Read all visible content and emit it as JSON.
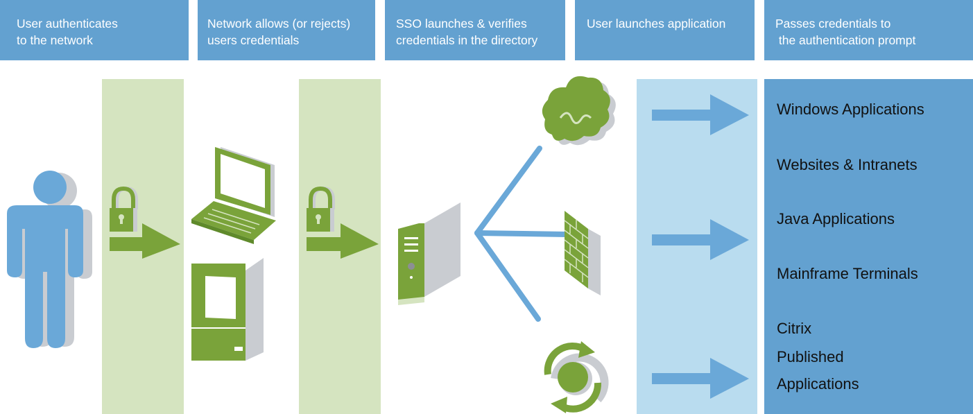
{
  "steps": [
    {
      "line1": "User authenticates",
      "line2": "to the network"
    },
    {
      "line1": "Network allows (or rejects)",
      "line2": "users credentials"
    },
    {
      "line1": "SSO launches & verifies",
      "line2": "credentials in the directory"
    },
    {
      "line1": "User launches application",
      "line2": ""
    },
    {
      "line1": "Passes credentials to",
      "line2": " the authentication prompt"
    }
  ],
  "targets": [
    "Windows Applications",
    "Websites & Intranets",
    "Java Applications",
    "Mainframe Terminals",
    "Citrix",
    "Published",
    "Applications"
  ],
  "colors": {
    "header_blue": "#63a1d0",
    "green": "#7aa33a",
    "light_green": "#d5e4c0",
    "light_blue": "#b9dcef",
    "person_blue": "#6aa8d8",
    "gray": "#c9ccd1"
  }
}
